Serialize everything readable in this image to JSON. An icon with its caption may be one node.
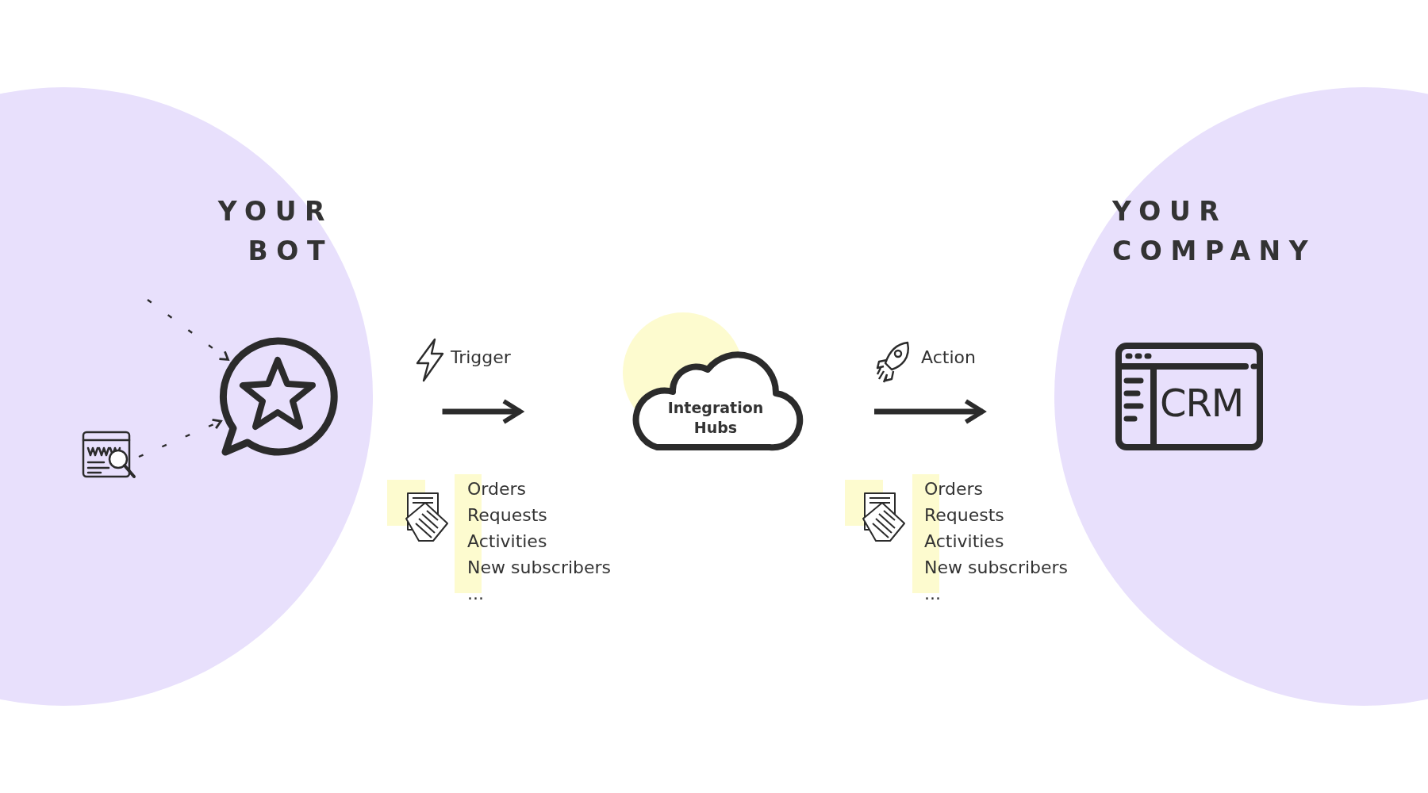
{
  "diagram": {
    "nodes": [
      {
        "text": [
          "YOUR BOT"
        ]
      },
      {
        "text": [],
        "shape": "picture",
        "in": 0
      },
      {
        "text": [],
        "shape": "picture",
        "in": 0
      },
      {
        "text": [
          "Integration Hubs"
        ]
      },
      {
        "text": [
          "YOUR COMPANY"
        ]
      },
      {
        "text": [
          "CRM"
        ],
        "in": 4
      }
    ],
    "edges": [
      {
        "from": null,
        "to": 2,
        "arrow": "to",
        "style": "dashed"
      },
      {
        "from": 1,
        "to": 2,
        "arrow": "to",
        "style": "dashed"
      },
      {
        "from": 0,
        "to": 3,
        "arrow": "to",
        "label": "Trigger",
        "style": "thick"
      },
      {
        "from": 3,
        "to": 4,
        "arrow": "to",
        "label": "Action",
        "style": "thick"
      }
    ],
    "labels": [
      "Orders",
      "Requests",
      "Activities",
      "New subscribers",
      "...",
      "Orders",
      "Requests",
      "Activities",
      "New subscribers",
      "..."
    ]
  }
}
